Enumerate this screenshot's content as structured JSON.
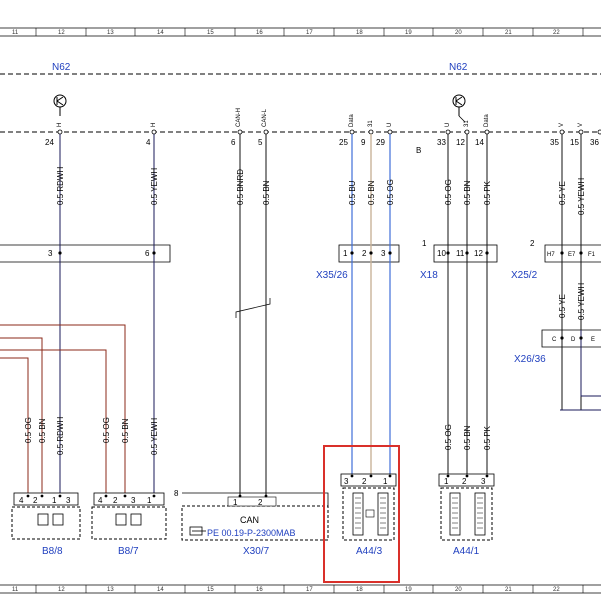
{
  "grid": [
    "11",
    "12",
    "13",
    "14",
    "15",
    "16",
    "17",
    "18",
    "19",
    "20",
    "21",
    "22"
  ],
  "ecu_labels": [
    "N62",
    "N62"
  ],
  "top_pins": [
    "24",
    "4",
    "6",
    "5",
    "25",
    "9",
    "29",
    "33",
    "12",
    "14",
    "35",
    "15",
    "36"
  ],
  "top_pin_names": [
    "H",
    "H",
    "CAN-H",
    "CAN-L",
    "Data",
    "31",
    "U",
    "U",
    "31",
    "Data",
    "V",
    "V"
  ],
  "bus_label": "B",
  "wires_upper": [
    "0.5 RDWH",
    "0.5 YEWH",
    "0.5 BNRD",
    "0.5 BN",
    "0.5 BU",
    "0.5 BN",
    "0.5 OG",
    "0.5 OG",
    "0.5 BN",
    "0.5 PK",
    "0.5 YE",
    "0.5 YEWH"
  ],
  "wires_lower": [
    "0.5 OG",
    "0.5 BN",
    "0.5 RDWH",
    "0.5 OG",
    "0.5 BN",
    "0.5 YEWH",
    "0.5 OG",
    "0.5 BN",
    "0.5 PK",
    "0.5 YE",
    "0.5 YEWH"
  ],
  "connectors": {
    "x35": {
      "label": "X35/26",
      "pins": [
        "1",
        "2",
        "3"
      ]
    },
    "x18": {
      "label": "X18",
      "num": "1",
      "pins": [
        "10",
        "11",
        "12"
      ]
    },
    "x25": {
      "label": "X25/2",
      "num": "2",
      "pins": [
        "H7",
        "E7",
        "F1"
      ]
    },
    "x26": {
      "label": "X26/36",
      "pins": [
        "C",
        "D",
        "E"
      ]
    },
    "left_strip_pins": [
      "3",
      "6"
    ]
  },
  "components": {
    "b88": {
      "label": "B8/8",
      "pins": [
        "4",
        "2",
        "1",
        "3"
      ]
    },
    "b87": {
      "label": "B8/7",
      "pins": [
        "4",
        "2",
        "3",
        "1"
      ]
    },
    "x307": {
      "label": "X30/7",
      "num": "8",
      "pins": [
        "1",
        "2"
      ],
      "can": "CAN",
      "ref": "PE 00.19-P-2300MAB"
    },
    "a443": {
      "label": "A44/3",
      "pins": [
        "3",
        "2",
        "1"
      ]
    },
    "a441": {
      "label": "A44/1",
      "pins": [
        "1",
        "2",
        "3"
      ]
    }
  },
  "highlight_color": "#d9302a",
  "blue_wire_color": "#3f6fd8",
  "brown_wire_color": "#8b2a1a",
  "navy_wire_color": "#1a1a5a",
  "tan_wire_color": "#c9b49a"
}
